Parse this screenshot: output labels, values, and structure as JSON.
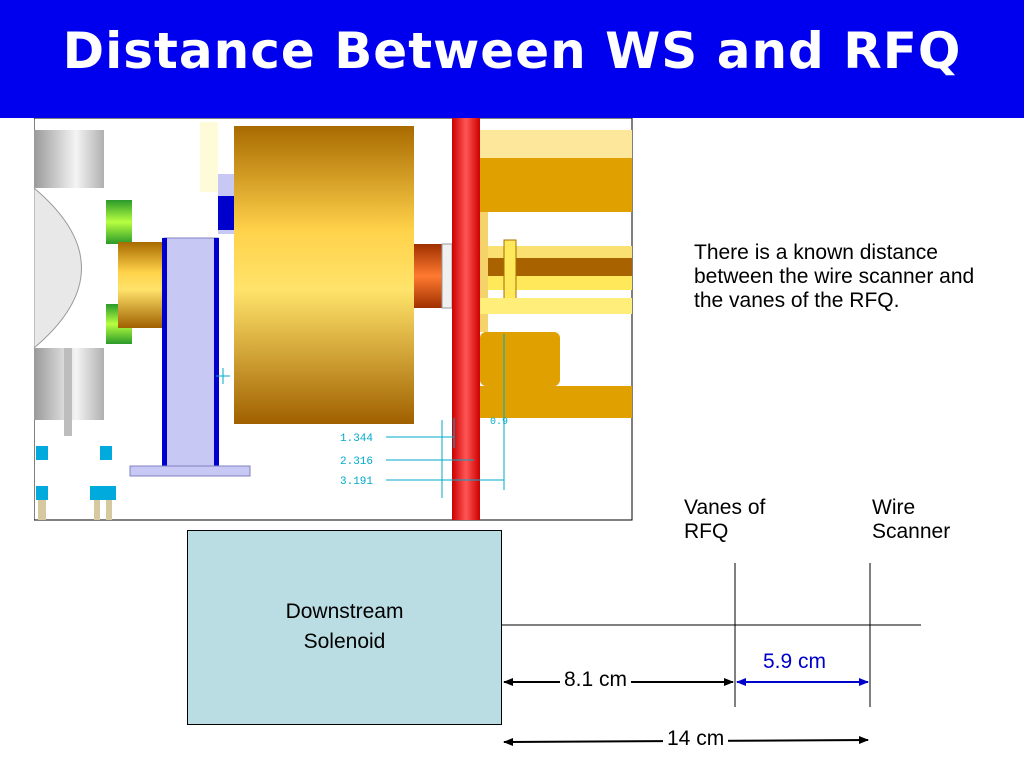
{
  "slide": {
    "title": "Distance Between WS and RFQ",
    "note": "There is a known distance between the wire scanner and the vanes of the RFQ."
  },
  "cad_drawing": {
    "dimension_labels": [
      "1.344",
      "2.316",
      "3.191"
    ],
    "small_label": "0.9"
  },
  "schematic": {
    "solenoid_label": [
      "Downstream",
      "Solenoid"
    ],
    "vanes_label": [
      "Vanes of",
      "RFQ"
    ],
    "wire_scanner_label": [
      "Wire",
      "Scanner"
    ],
    "distances": {
      "solenoid_to_vanes": "8.1 cm",
      "vanes_to_wire_scanner": "5.9 cm",
      "solenoid_to_wire_scanner": "14 cm"
    }
  },
  "colors": {
    "title_bar": "#0000ee",
    "solenoid_box": "#b9dde2",
    "highlight_dimension": "#0000cc"
  }
}
